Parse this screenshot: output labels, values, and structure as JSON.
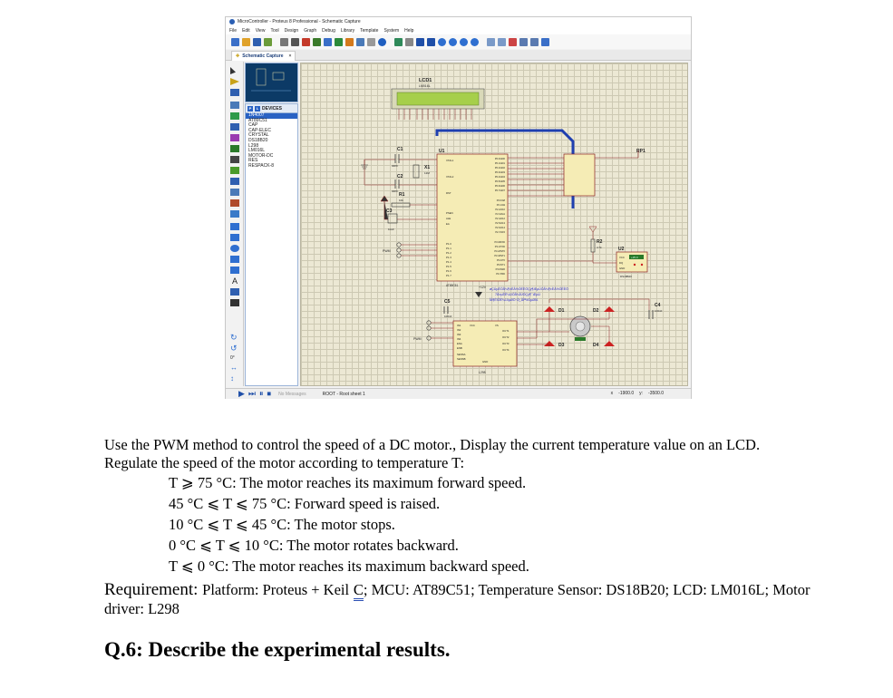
{
  "app": {
    "title": "MicroController - Proteus 8 Professional - Schematic Capture",
    "menu": [
      "File",
      "Edit",
      "View",
      "Tool",
      "Design",
      "Graph",
      "Debug",
      "Library",
      "Template",
      "System",
      "Help"
    ],
    "tab_label": "Schematic Capture",
    "tab_close": "×",
    "devices_header": "DEVICES",
    "devices_p": "P",
    "devices_l": "L",
    "devices": [
      "1N4007",
      "AT89C51",
      "CAP",
      "CAP-ELEC",
      "CRYSTAL",
      "DS18B20",
      "L298",
      "LM016L",
      "MOTOR-DC",
      "RES",
      "RESPACK-8"
    ],
    "selected_device": "1N4007",
    "status": {
      "messages": "No Messages",
      "sheet": "ROOT - Root sheet 1",
      "x_label": "x",
      "x_value": "-1900.0",
      "y_label": "y:",
      "y_value": "-3500.0"
    },
    "left_angle": "0°"
  },
  "schematic": {
    "lcd_label": "LCD1",
    "lcd_part": "LM016L",
    "u1": "U1",
    "u1_part": "AT89C51",
    "u2": "U2",
    "u2_part": "DS18B20",
    "u3_part": "L298",
    "c1": "C1",
    "c1_val": "30PF",
    "c2": "C2",
    "c2_val": "30PF",
    "c3": "C3",
    "c3_val": "10uF",
    "c4": "C4",
    "c4_val": "100nF",
    "c5": "C5",
    "c5_val": "100nF",
    "x1": "X1",
    "x1_val": "12M",
    "r1": "R1",
    "r1_val": "10k",
    "r2": "R2",
    "r2_val": "4.7k",
    "rp1": "RP1",
    "d1": "D1",
    "d2": "D2",
    "d3": "D3",
    "d4": "D4",
    "pwm": "PWM",
    "vcc12": "+12V",
    "u1_pins_left": [
      "XTAL1",
      "XTAL2",
      "RST",
      "PSEN",
      "ALE",
      "EA",
      "P1.0",
      "P1.1",
      "P1.2",
      "P1.3",
      "P1.4",
      "P1.5",
      "P1.6",
      "P1.7"
    ],
    "u1_pins_right": [
      "P0.0/AD0",
      "P0.1/AD1",
      "P0.2/AD2",
      "P0.3/AD3",
      "P0.4/AD4",
      "P0.5/AD5",
      "P0.6/AD6",
      "P0.7/AD7",
      "P2.0/A8",
      "P2.1/A9",
      "P2.2/A10",
      "P2.3/A11",
      "P2.4/A12",
      "P2.5/A13",
      "P2.6/A14",
      "P2.7/A15",
      "P3.0/RXD",
      "P3.1/TXD",
      "P3.2/INT0",
      "P3.3/INT1",
      "P3.4/T0",
      "P3.5/T1",
      "P3.6/WR",
      "P3.7/RD"
    ],
    "l298_left": [
      "IN1",
      "IN2",
      "IN3",
      "IN4",
      "ENA",
      "ENB",
      "SENSA",
      "SENSB"
    ],
    "l298_right": [
      "OUT1",
      "OUT2",
      "OUT3",
      "OUT4"
    ],
    "l298_top": [
      "VCC",
      "VS"
    ],
    "l298_gnd": "GND",
    "ds18b20_pins": [
      "VCC",
      "DQ",
      "GND"
    ],
    "ds18b20_value": "+25.0",
    "garbled_line1": "øÇÚµÉÓÃ¼¶±ÈÂ½ÓÉÈÖÇý¶ÆµÚÓÃ¼¶±ÈÂ½ÓÉÈÖ",
    "garbled_line2": "7Ã»µÉÈ¼ÜÓÃ¼ÎÚÓÇý¶¯ÆµÚ",
    "garbled_line3": "ÎÂ¶ÈÏÔÊ¾10µØÖ·Ó¦¸ÃÎª½ÓµØÏß"
  },
  "question": {
    "intro_1": "Use the PWM method to control the speed of a DC motor., Display the current temperature value on an LCD.",
    "intro_2": "Regulate the speed of the motor according to temperature T:",
    "conditions": [
      "T ⩾ 75 °C: The motor reaches its maximum forward speed.",
      "45 °C ⩽ T ⩽ 75 °C: Forward speed is raised.",
      "10 °C ⩽ T ⩽ 45 °C: The motor stops.",
      "0 °C ⩽ T ⩽ 10 °C: The motor rotates backward.",
      "T ⩽ 0 °C: The motor reaches its maximum backward speed."
    ],
    "req_label": "Requirement:",
    "req_pre": "Platform: Proteus + Keil",
    "req_keil": "C",
    "req_post": "; MCU: AT89C51; Temperature Sensor: DS18B20; LCD: LM016L; Motor driver: L298",
    "q6": "Q.6: Describe the experimental results."
  }
}
